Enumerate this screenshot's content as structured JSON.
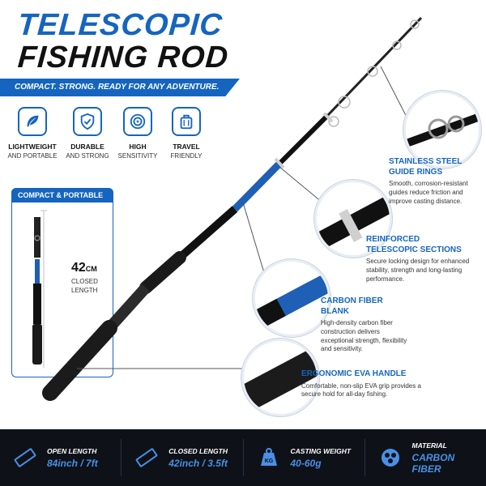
{
  "header": {
    "title_line1": "TELESCOPIC",
    "title_line2": "FISHING ROD",
    "tagline": "COMPACT. STRONG. READY FOR ANY ADVENTURE."
  },
  "features": [
    {
      "icon": "feather-icon",
      "line1": "LIGHTWEIGHT",
      "line2": "AND PORTABLE"
    },
    {
      "icon": "shield-check-icon",
      "line1": "DURABLE",
      "line2": "AND STRONG"
    },
    {
      "icon": "target-icon",
      "line1": "HIGH",
      "line2": "SENSITIVITY"
    },
    {
      "icon": "suitcase-icon",
      "line1": "TRAVEL",
      "line2": "FRIENDLY"
    }
  ],
  "compact": {
    "label": "COMPACT & PORTABLE",
    "length_value": "42",
    "length_unit": "CM",
    "caption_line1": "CLOSED",
    "caption_line2": "LENGTH"
  },
  "callouts": [
    {
      "title_line1": "STAINLESS STEEL",
      "title_line2": "GUIDE RINGS",
      "desc": "Smooth, corrosion-resistant guides reduce friction and improve casting distance."
    },
    {
      "title_line1": "REINFORCED",
      "title_line2": "TELESCOPIC SECTIONS",
      "desc": "Secure locking design for enhanced stability, strength and long-lasting performance."
    },
    {
      "title_line1": "CARBON FIBER BLANK",
      "title_line2": "",
      "desc": "High-density carbon fiber construction delivers exceptional strength, flexibility and sensitivity."
    },
    {
      "title_line1": "ERGONOMIC EVA HANDLE",
      "title_line2": "",
      "desc": "Comfortable, non-slip EVA grip provides a secure hold for all-day fishing."
    }
  ],
  "specs": [
    {
      "icon": "ruler-icon",
      "label": "OPEN LENGTH",
      "value": "84inch / 7ft"
    },
    {
      "icon": "ruler-icon",
      "label": "CLOSED LENGTH",
      "value": "42inch / 3.5ft"
    },
    {
      "icon": "weight-icon",
      "label": "CASTING WEIGHT",
      "value": "40-60g",
      "icon_text": "KG"
    },
    {
      "icon": "carbon-fiber-icon",
      "label": "MATERIAL",
      "value": "CARBON FIBER"
    }
  ],
  "colors": {
    "accent": "#1565c0",
    "dark": "#0e1218",
    "light_blue": "#4a8fe6"
  }
}
